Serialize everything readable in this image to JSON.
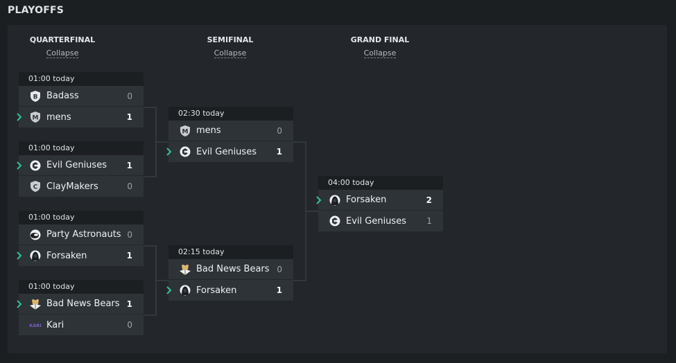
{
  "title": "PLAYOFFS",
  "rounds": [
    {
      "name": "QUARTERFINAL",
      "collapse": "Collapse"
    },
    {
      "name": "SEMIFINAL",
      "collapse": "Collapse"
    },
    {
      "name": "GRAND FINAL",
      "collapse": "Collapse"
    }
  ],
  "matches": {
    "qf1": {
      "time": "01:00 today",
      "teams": [
        {
          "name": "Badass",
          "score": "0"
        },
        {
          "name": "mens",
          "score": "1"
        }
      ]
    },
    "qf2": {
      "time": "01:00 today",
      "teams": [
        {
          "name": "Evil Geniuses",
          "score": "1"
        },
        {
          "name": "ClayMakers",
          "score": "0"
        }
      ]
    },
    "qf3": {
      "time": "01:00 today",
      "teams": [
        {
          "name": "Party Astronauts",
          "score": "0"
        },
        {
          "name": "Forsaken",
          "score": "1"
        }
      ]
    },
    "qf4": {
      "time": "01:00 today",
      "teams": [
        {
          "name": "Bad News Bears",
          "score": "1"
        },
        {
          "name": "Kari",
          "score": "0"
        }
      ]
    },
    "sf1": {
      "time": "02:30 today",
      "teams": [
        {
          "name": "mens",
          "score": "0"
        },
        {
          "name": "Evil Geniuses",
          "score": "1"
        }
      ]
    },
    "sf2": {
      "time": "02:15 today",
      "teams": [
        {
          "name": "Bad News Bears",
          "score": "0"
        },
        {
          "name": "Forsaken",
          "score": "1"
        }
      ]
    },
    "gf": {
      "time": "04:00 today",
      "teams": [
        {
          "name": "Forsaken",
          "score": "2"
        },
        {
          "name": "Evil Geniuses",
          "score": "1"
        }
      ]
    }
  },
  "logos": {
    "badass_letter": "B",
    "mens_letter": "M",
    "claymakers_letter": "C",
    "kari_text": "KARI"
  },
  "colors": {
    "accent": "#30c39e",
    "background": "#1c1f22",
    "panel": "#23272b",
    "row": "#2e3338",
    "kari": "#7b5cc4"
  },
  "icons": {
    "winner": "chevron-right-icon"
  }
}
